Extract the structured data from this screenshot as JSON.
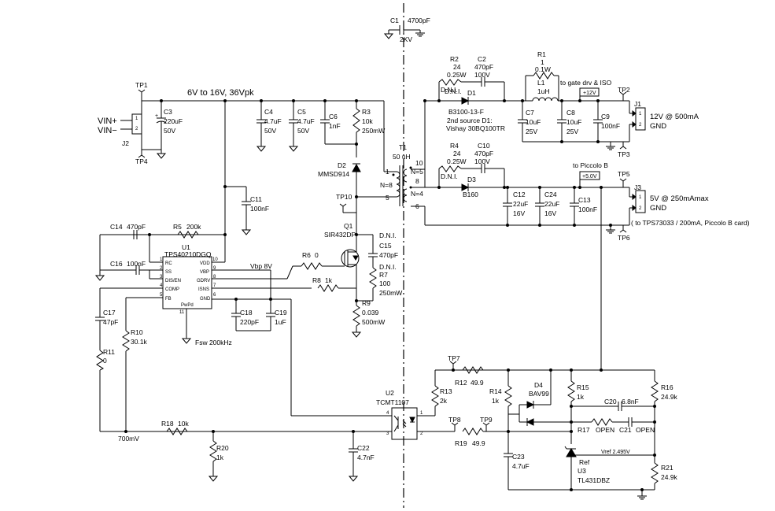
{
  "rails": {
    "input_range": "6V to 16V, 36Vpk",
    "vbp": "Vbp 8V",
    "fsw": "Fsw 200kHz",
    "feedback_node": "700mV",
    "vref": "Vref 2.495V",
    "to_gate": "to gate drv & ISO",
    "to_piccolo": "to Piccolo B",
    "net_12v": "+12V",
    "net_5v": "+5.0V"
  },
  "input": {
    "vin_plus": "VIN+",
    "vin_minus": "VIN−",
    "connector": "J2",
    "pin1": "1",
    "pin2": "2"
  },
  "testpoints": {
    "tp1": "TP1",
    "tp2": "TP2",
    "tp3": "TP3",
    "tp4": "TP4",
    "tp5": "TP5",
    "tp6": "TP6",
    "tp7": "TP7",
    "tp8": "TP8",
    "tp9": "TP9",
    "tp10": "TP10"
  },
  "caps": {
    "c1": {
      "ref": "C1",
      "value": "4700pF",
      "extra": "2KV"
    },
    "c2": {
      "ref": "C2",
      "value": "470pF",
      "extra": "100V"
    },
    "c3": {
      "ref": "C3",
      "value": "220uF",
      "extra": "50V"
    },
    "c4": {
      "ref": "C4",
      "value": "4.7uF",
      "extra": "50V"
    },
    "c5": {
      "ref": "C5",
      "value": "4.7uF",
      "extra": "50V"
    },
    "c6": {
      "ref": "C6",
      "value": "1nF"
    },
    "c7": {
      "ref": "C7",
      "value": "10uF",
      "extra": "25V"
    },
    "c8": {
      "ref": "C8",
      "value": "10uF",
      "extra": "25V"
    },
    "c9": {
      "ref": "C9",
      "value": "100nF"
    },
    "c10": {
      "ref": "C10",
      "value": "470pF",
      "extra": "100V"
    },
    "c11": {
      "ref": "C11",
      "value": "100nF"
    },
    "c12": {
      "ref": "C12",
      "value": "22uF",
      "extra": "16V"
    },
    "c13": {
      "ref": "C13",
      "value": "100nF"
    },
    "c14": {
      "ref": "C14",
      "value": "470pF"
    },
    "c15": {
      "ref": "C15",
      "value": "470pF",
      "dni": "D.N.I."
    },
    "c16": {
      "ref": "C16",
      "value": "100nF"
    },
    "c17": {
      "ref": "C17",
      "value": "47pF"
    },
    "c18": {
      "ref": "C18",
      "value": "220pF"
    },
    "c19": {
      "ref": "C19",
      "value": "1uF"
    },
    "c20": {
      "ref": "C20",
      "value": "6.8nF"
    },
    "c21": {
      "ref": "C21",
      "value": "OPEN"
    },
    "c22": {
      "ref": "C22",
      "value": "4.7nF"
    },
    "c23": {
      "ref": "C23",
      "value": "4.7uF"
    },
    "c24": {
      "ref": "C24",
      "value": "22uF",
      "extra": "16V"
    }
  },
  "resistors": {
    "r1": {
      "ref": "R1",
      "value": "1",
      "extra": "0.1W"
    },
    "r2": {
      "ref": "R2",
      "value": "24",
      "extra": "0.25W",
      "dni": "D.N.I."
    },
    "r3": {
      "ref": "R3",
      "value": "10k",
      "extra": "250mW"
    },
    "r4": {
      "ref": "R4",
      "value": "24",
      "extra": "0.25W",
      "dni": "D.N.I."
    },
    "r5": {
      "ref": "R5",
      "value": "200k"
    },
    "r6": {
      "ref": "R6",
      "value": "0"
    },
    "r7": {
      "ref": "R7",
      "value": "100",
      "extra": "250mW",
      "dni": "D.N.I."
    },
    "r8": {
      "ref": "R8",
      "value": "1k"
    },
    "r9": {
      "ref": "R9",
      "value": "0.039",
      "extra": "500mW"
    },
    "r10": {
      "ref": "R10",
      "value": "30.1k"
    },
    "r11": {
      "ref": "R11",
      "value": "0"
    },
    "r12": {
      "ref": "R12",
      "value": "49.9"
    },
    "r13": {
      "ref": "R13",
      "value": "2k"
    },
    "r14": {
      "ref": "R14",
      "value": "1k"
    },
    "r15": {
      "ref": "R15",
      "value": "1k"
    },
    "r16": {
      "ref": "R16",
      "value": "24.9k"
    },
    "r17": {
      "ref": "R17",
      "value": "OPEN"
    },
    "r18": {
      "ref": "R18",
      "value": "10k"
    },
    "r19": {
      "ref": "R19",
      "value": "49.9"
    },
    "r20": {
      "ref": "R20",
      "value": "1k"
    },
    "r21": {
      "ref": "R21",
      "value": "24.9k"
    }
  },
  "semis": {
    "d1": {
      "ref": "D1",
      "dni": "D.N.I.",
      "part": "B3100-13-F",
      "alt1": "2nd source D1:",
      "alt2": "Vishay 30BQ100TR"
    },
    "d2": {
      "ref": "D2",
      "part": "MMSD914"
    },
    "d3": {
      "ref": "D3",
      "part": "B160"
    },
    "d4": {
      "ref": "D4",
      "part": "BAV99"
    },
    "q1": {
      "ref": "Q1",
      "part": "SIR432DP"
    },
    "u1": {
      "ref": "U1",
      "part": "TPS40210DGQ"
    },
    "u2": {
      "ref": "U2",
      "part": "TCMT1107"
    },
    "u3": {
      "ref": "U3",
      "part": "TL431DBZ",
      "ref_pin": "Ref"
    }
  },
  "u1_pins": {
    "rc": "RC",
    "ss": "SS",
    "dis": "DIS/EN",
    "comp": "COMP",
    "fb": "FB",
    "vdd": "VDD",
    "bp": "VBP",
    "gdrv": "GDRV",
    "isns": "ISNS",
    "gnd": "GND",
    "pwpd": "PwPd",
    "n1": "1",
    "n2": "2",
    "n3": "3",
    "n4": "4",
    "n5": "5",
    "n10": "10",
    "n9": "9",
    "n8": "8",
    "n7": "7",
    "n6": "6",
    "n11": "11"
  },
  "u2_pins": {
    "n1": "1",
    "n2": "2",
    "n3": "3",
    "n4": "4"
  },
  "magnetics": {
    "t1": {
      "ref": "T1",
      "value": "50 uH"
    },
    "l1": {
      "ref": "L1",
      "value": "1uH"
    },
    "n8": "N=8",
    "n5": "N=5",
    "n4": "N=4",
    "p1": "1",
    "p5": "5",
    "p10": "10",
    "p8": "8",
    "p6": "6"
  },
  "outputs": {
    "j1": {
      "ref": "J1",
      "desc": "12V @ 500mA",
      "gnd": "GND"
    },
    "j3": {
      "ref": "J3",
      "desc": "5V @ 250mAmax",
      "gnd": "GND",
      "note": "( to TPS73033 / 200mA, Piccolo B card)"
    },
    "pin1": "1",
    "pin2": "2"
  }
}
